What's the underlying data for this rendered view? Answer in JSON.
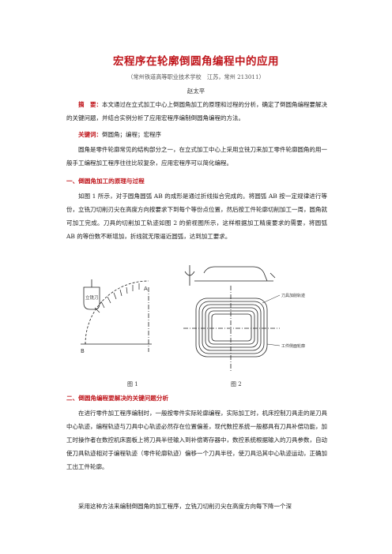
{
  "title": "宏程序在轮廓倒圆角编程中的应用",
  "affiliation": "（常州铁道高等职业技术学校　江苏，常州 213011）",
  "author": "赵太平",
  "abstract": {
    "label": "摘　要：",
    "text": "本文通过在立式加工中心上倒圆角加工的原理和过程的分析，确定了倒圆角编程要解决的关键问题，并结合实例分析了应用宏程序编制倒圆角编程的方法。"
  },
  "keywords": {
    "label": "关键词：",
    "text": "倒圆角；编程；宏程序"
  },
  "intro": "圆角是零件轮廓常见的结构部分之一，在立式加工中心上采用立铣刀来加工零件轮廓圆角的用一般手工编程加工程序往往比较复杂，应用宏程序可以简化编程。",
  "section1": {
    "heading": "一、倒圆角加工的原理与过程",
    "text": "如图 1 所示，对于圆角圆弧 AB 的成形是通过折线拟合完成的。将圆弧 AB 按一定规律进行等份，立铣刀切削刃尖在高度方向按要求下到每个等份点位置，然后按工件轮廓切削加工一周，圆角就可加工完成。刀具的切削加工轨迹如图 2 的俯视图所示，这样根据加工精度要求的需要，将圆弧 AB 的等份数不断增加，折线就无限逼近圆弧，达到加工要求。"
  },
  "figure1": {
    "tool_label": "立铣刀",
    "label_a": "A",
    "label_b": "B",
    "caption": "图 1"
  },
  "figure2": {
    "label_tool_path": "刀具加削轨迹",
    "label_workpiece": "工件侧面轮廓",
    "caption": "图 2"
  },
  "section2": {
    "heading": "二、倒圆角编程要解决的关键问题分析",
    "text1": "在进行零件加工程序编制时，一般按零件实际轮廓编程，实际加工时，机床控制刀具走的是刀具中心轨迹，编程轨迹与刀具中心轨迹必然存在位置偏差，现代数控系统一般都具有刀具补偿功能，加工时操作者在数控机床面板上将刀具半径输入到补偿寄存器中，数控系统根据输入的刀具参数，自动使刀具轨迹相对于编程轨迹（零件轮廓轨迹）偏移一个刀具半径，使刀具沿其中心轨迹运动，正确加工出工件轮廓。",
    "text2": "采用这种方法来编制倒圆角的加工程序，立铣刀切削刃尖在高度方向每下降一个深"
  }
}
